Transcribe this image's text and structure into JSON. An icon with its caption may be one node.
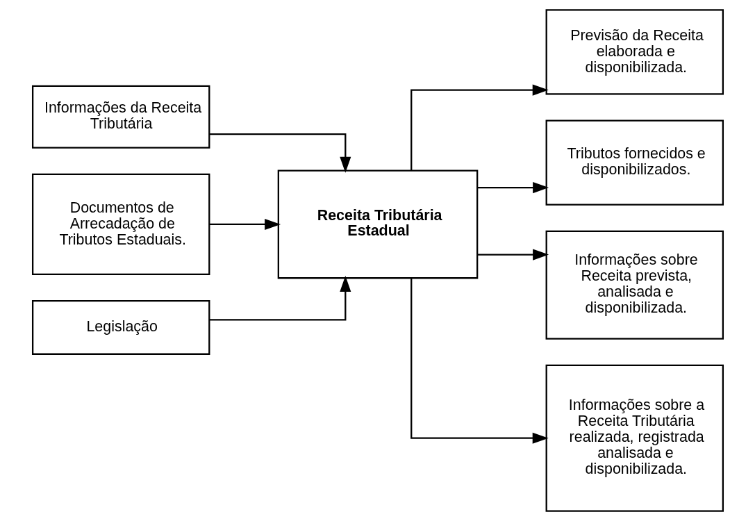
{
  "diagram": {
    "nodes": [
      {
        "text": [
          "Informações da Receita Tributária"
        ]
      },
      {
        "text": [
          "Documentos de Arrecadação de Tributos Estaduais."
        ]
      },
      {
        "text": [
          "Legislação"
        ]
      },
      {
        "text": [
          "Receita Tributária Estadual"
        ]
      },
      {
        "text": [
          "Previsão da Receita elaborada e disponibilizada."
        ]
      },
      {
        "text": [
          "Tributos fornecidos e disponibilizados."
        ]
      },
      {
        "text": [
          "Informações sobre Receita prevista, analisada e disponibilizada."
        ]
      },
      {
        "text": [
          "Informações sobre a Receita Tributária realizada, registrada analisada e disponibilizada."
        ]
      }
    ],
    "edges": [
      {
        "from": 0,
        "to": 3,
        "arrow": "to"
      },
      {
        "from": 1,
        "to": 3,
        "arrow": "to"
      },
      {
        "from": 2,
        "to": 3,
        "arrow": "to"
      },
      {
        "from": 3,
        "to": 4,
        "arrow": "to"
      },
      {
        "from": 3,
        "to": 5,
        "arrow": "to"
      },
      {
        "from": 3,
        "to": 6,
        "arrow": "to"
      },
      {
        "from": 3,
        "to": 7,
        "arrow": "to"
      }
    ]
  }
}
